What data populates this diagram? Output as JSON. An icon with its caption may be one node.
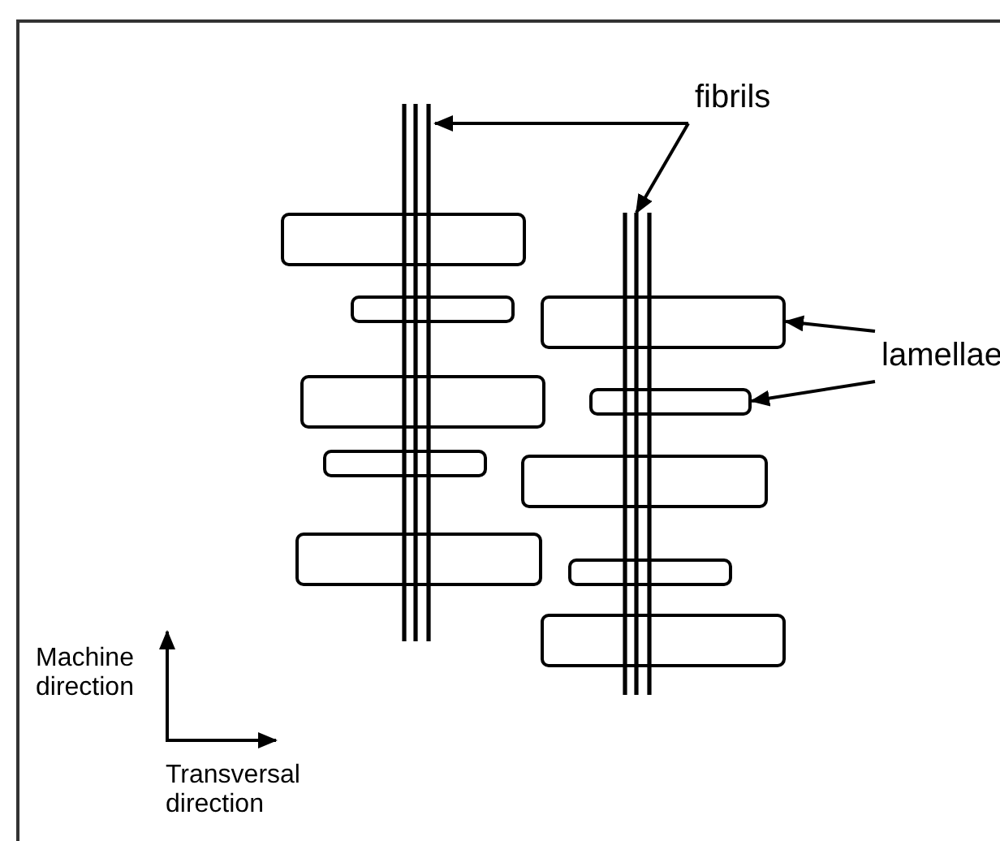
{
  "diagram": {
    "nodes": [
      {
        "text": [
          "fibrils"
        ]
      },
      {
        "text": [
          "lamellae"
        ]
      },
      {
        "text": [],
        "shape": "bar"
      },
      {
        "text": [],
        "shape": "bar"
      },
      {
        "text": [],
        "shape": "box"
      },
      {
        "text": [],
        "shape": "box"
      },
      {
        "text": [],
        "shape": "box"
      },
      {
        "text": [],
        "shape": "box"
      },
      {
        "text": [],
        "shape": "box"
      },
      {
        "text": [],
        "shape": "box"
      },
      {
        "text": [],
        "shape": "box"
      },
      {
        "text": [],
        "shape": "box"
      },
      {
        "text": [],
        "shape": "box"
      },
      {
        "text": [],
        "shape": "box"
      }
    ],
    "edges": [
      {
        "from": 0,
        "to": 2,
        "arrow": "to"
      },
      {
        "from": 0,
        "to": 3,
        "arrow": "to"
      },
      {
        "from": 1,
        "to": 9,
        "arrow": "to"
      },
      {
        "from": 1,
        "to": 10,
        "arrow": "to"
      }
    ],
    "labels": [
      "Machine direction",
      "Transversal direction"
    ]
  }
}
